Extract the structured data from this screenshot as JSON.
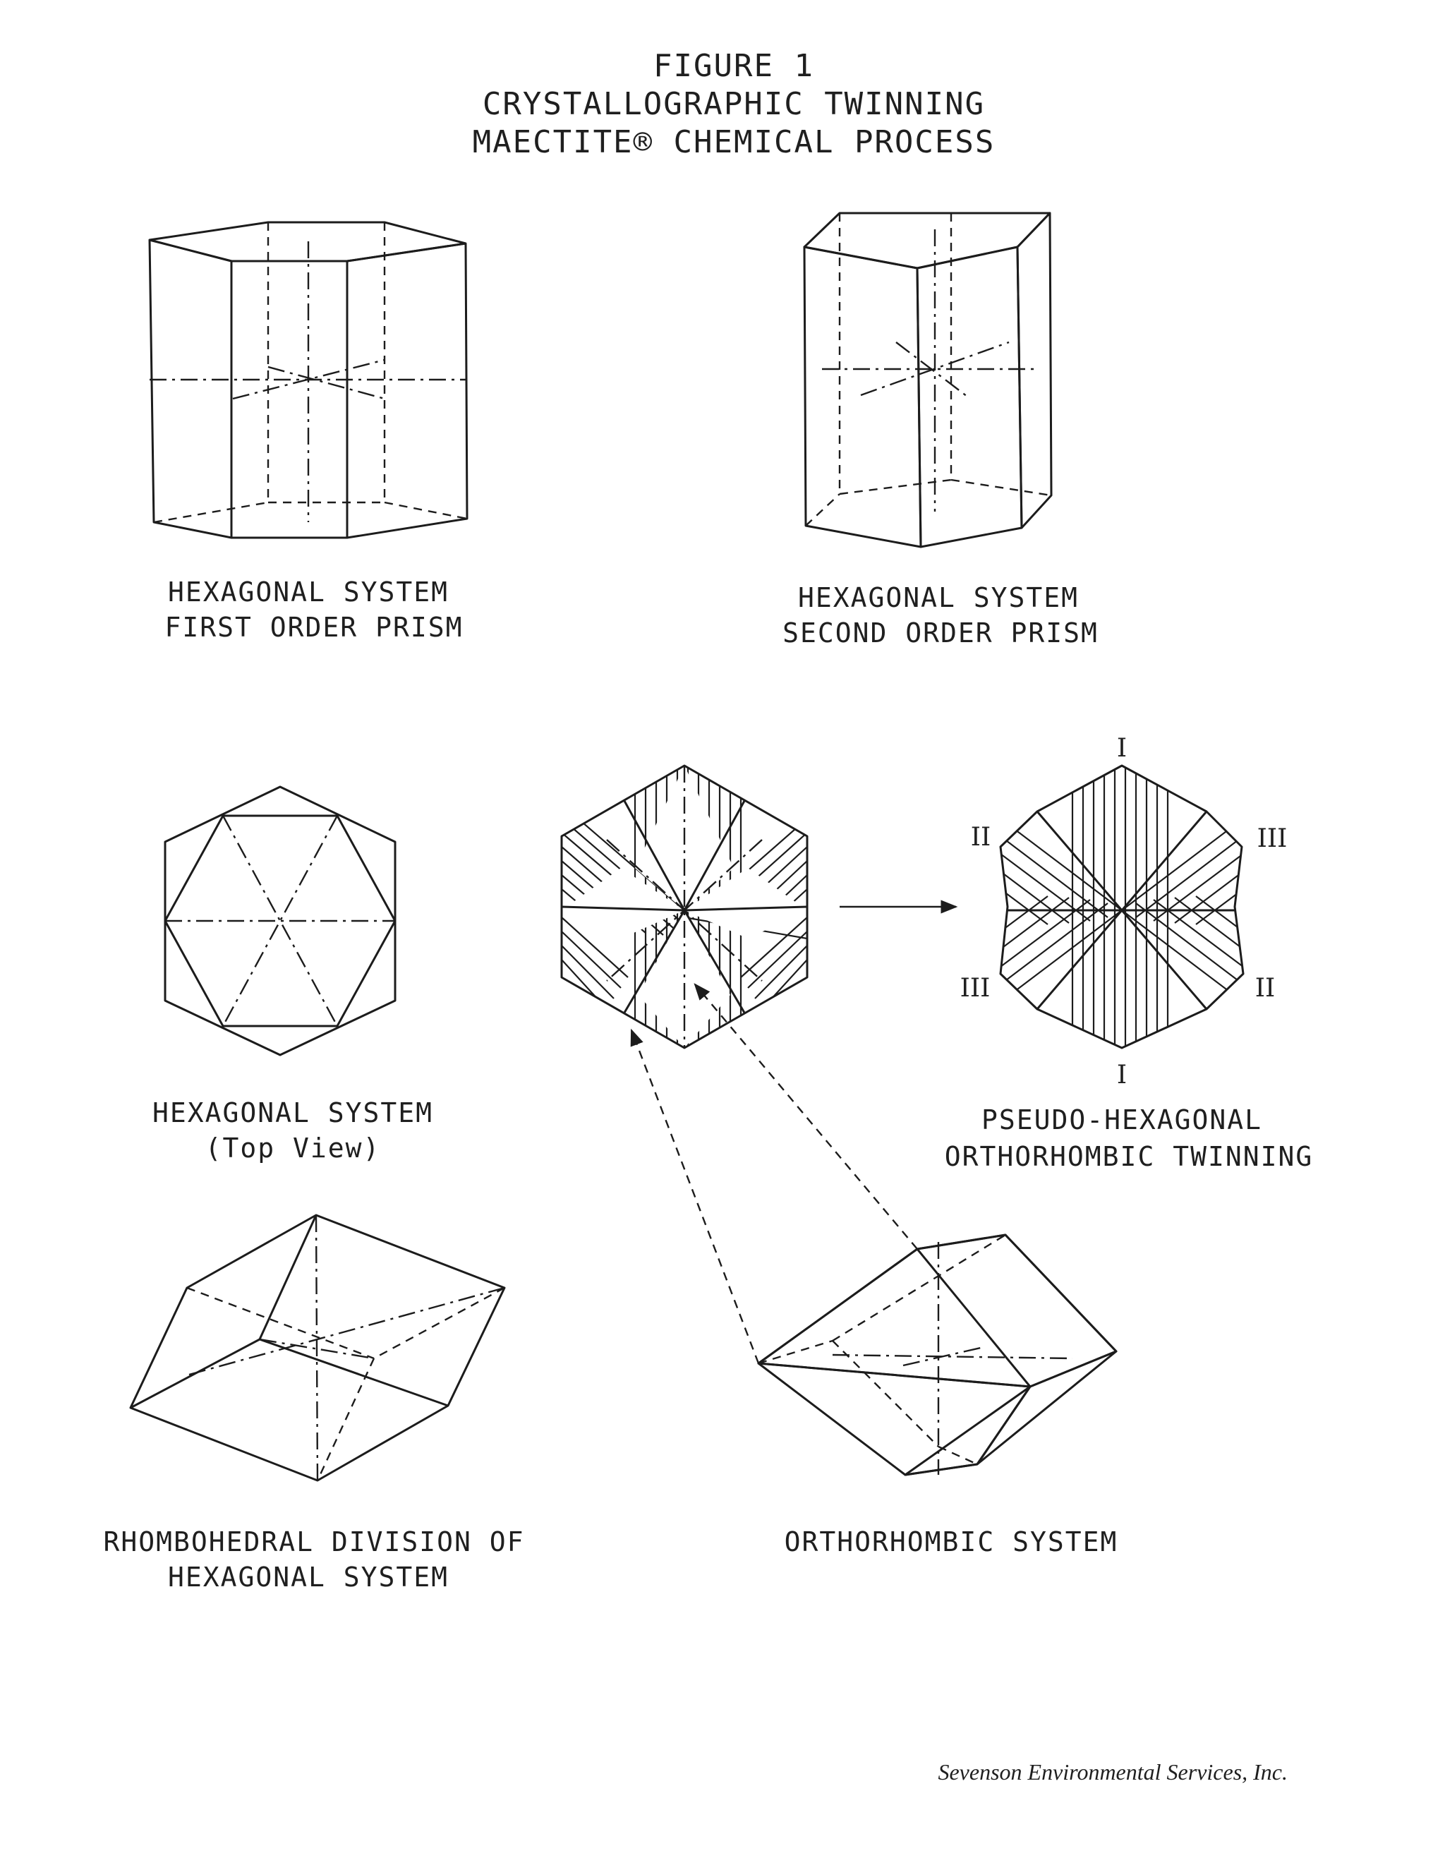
{
  "title": {
    "line1": "FIGURE 1",
    "line2": "CRYSTALLOGRAPHIC TWINNING",
    "line3": "MAECTITE® CHEMICAL PROCESS"
  },
  "captions": {
    "first_order": [
      "HEXAGONAL SYSTEM",
      "FIRST ORDER PRISM"
    ],
    "second_order": [
      "HEXAGONAL SYSTEM",
      "SECOND ORDER PRISM"
    ],
    "top_view": [
      "HEXAGONAL SYSTEM",
      "(Top View)"
    ],
    "pseudo_hex": [
      "PSEUDO-HEXAGONAL",
      "ORTHORHOMBIC TWINNING"
    ],
    "rhombohedral": [
      "RHOMBOHEDRAL DIVISION OF",
      "HEXAGONAL SYSTEM"
    ],
    "orthorhombic": [
      "ORTHORHOMBIC SYSTEM"
    ]
  },
  "twin_labels": {
    "top": "I",
    "bottom": "I",
    "upper_left": "II",
    "upper_right": "III",
    "lower_left": "III",
    "lower_right": "II"
  },
  "footer": {
    "company": "Sevenson Environmental Services, Inc."
  },
  "colors": {
    "ink": "#1c1c1c",
    "paper": "#ffffff"
  }
}
